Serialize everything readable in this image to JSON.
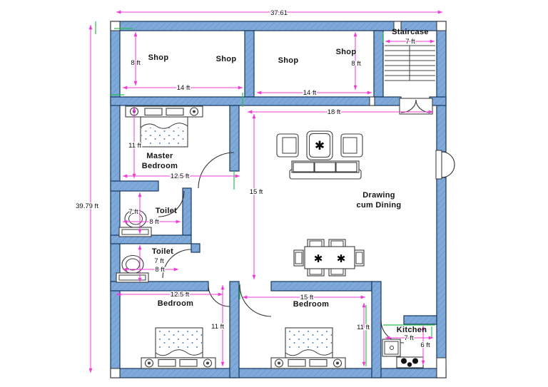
{
  "overall": {
    "width_label": "37.61",
    "height_label": "39.79 ft"
  },
  "rooms": {
    "shop_left": {
      "label": "Shop",
      "width": "14 ft",
      "height": "8 ft"
    },
    "shop_right": {
      "label": "Shop",
      "width": "14 ft",
      "height": "8 ft"
    },
    "staircase": {
      "label": "Staircase",
      "width": "7 ft"
    },
    "master_bedroom": {
      "line1": "Master",
      "line2": "Bedroom",
      "width": "12.5 ft",
      "height": "11 ft"
    },
    "toilet_upper": {
      "label": "Toilet",
      "width": "8 ft",
      "height": "7 ft"
    },
    "toilet_lower": {
      "label": "Toilet",
      "width": "8 ft",
      "height": "7 ft"
    },
    "drawing_dining": {
      "line1": "Drawing",
      "line2": "cum Dining",
      "width": "18 ft",
      "height": "15 ft"
    },
    "bedroom_left": {
      "label": "Bedroom",
      "width": "12.5 ft",
      "height": "11 ft"
    },
    "bedroom_right": {
      "label": "Bedroom",
      "width": "15 ft",
      "height": "11 ft"
    },
    "kitchen": {
      "label": "Kitchen",
      "width": "7 ft",
      "height": "6 ft"
    }
  },
  "icons": {
    "plant": "✱"
  },
  "colors": {
    "wall_fill": "#7ea9d8",
    "wall_outline": "#17375e",
    "dimension_line": "#f23bd4",
    "reference_line": "#29c14e",
    "background": "#ffffff"
  }
}
